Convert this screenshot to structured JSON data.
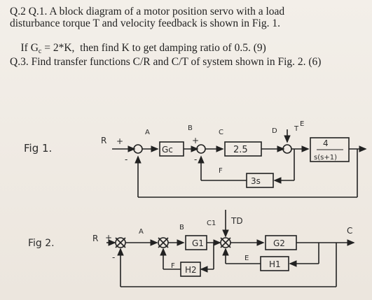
{
  "text": {
    "q1_line1": "Q.2 Q.1. A block diagram of a motor position servo with a load",
    "q1_line2": "disturbance torque T and velocity feedback is shown in Fig. 1.",
    "q1_line3_start": "If G",
    "q1_line3_sub": "c",
    "q1_line3_end": " = 2*K,  then find K to get damping ratio of 0.5. (9)",
    "q3_line": "Q.3. Find transfer functions C/R and C/T of system shown in Fig. 2. (6)"
  },
  "fig1": {
    "caption": "Fig 1.",
    "labels": {
      "r": "R",
      "a": "A",
      "b": "B",
      "c": "C",
      "d": "D",
      "t": "T",
      "e": "E",
      "f": "F"
    },
    "signs": {
      "plus": "+",
      "minus": "-"
    },
    "blocks": {
      "gc": "Gc",
      "gain": "2.5",
      "velocity": "3s",
      "plant_num": "4",
      "plant_den": "s(s+1)"
    }
  },
  "fig2": {
    "caption": "Fig 2.",
    "labels": {
      "r": "R",
      "a": "A",
      "b": "B",
      "c1": "C1",
      "td": "TD",
      "e": "E",
      "f": "F",
      "c": "C"
    },
    "signs": {
      "plus": "+",
      "minus": "-"
    },
    "blocks": {
      "g1": "G1",
      "g2": "G2",
      "h1": "H1",
      "h2": "H2"
    }
  }
}
